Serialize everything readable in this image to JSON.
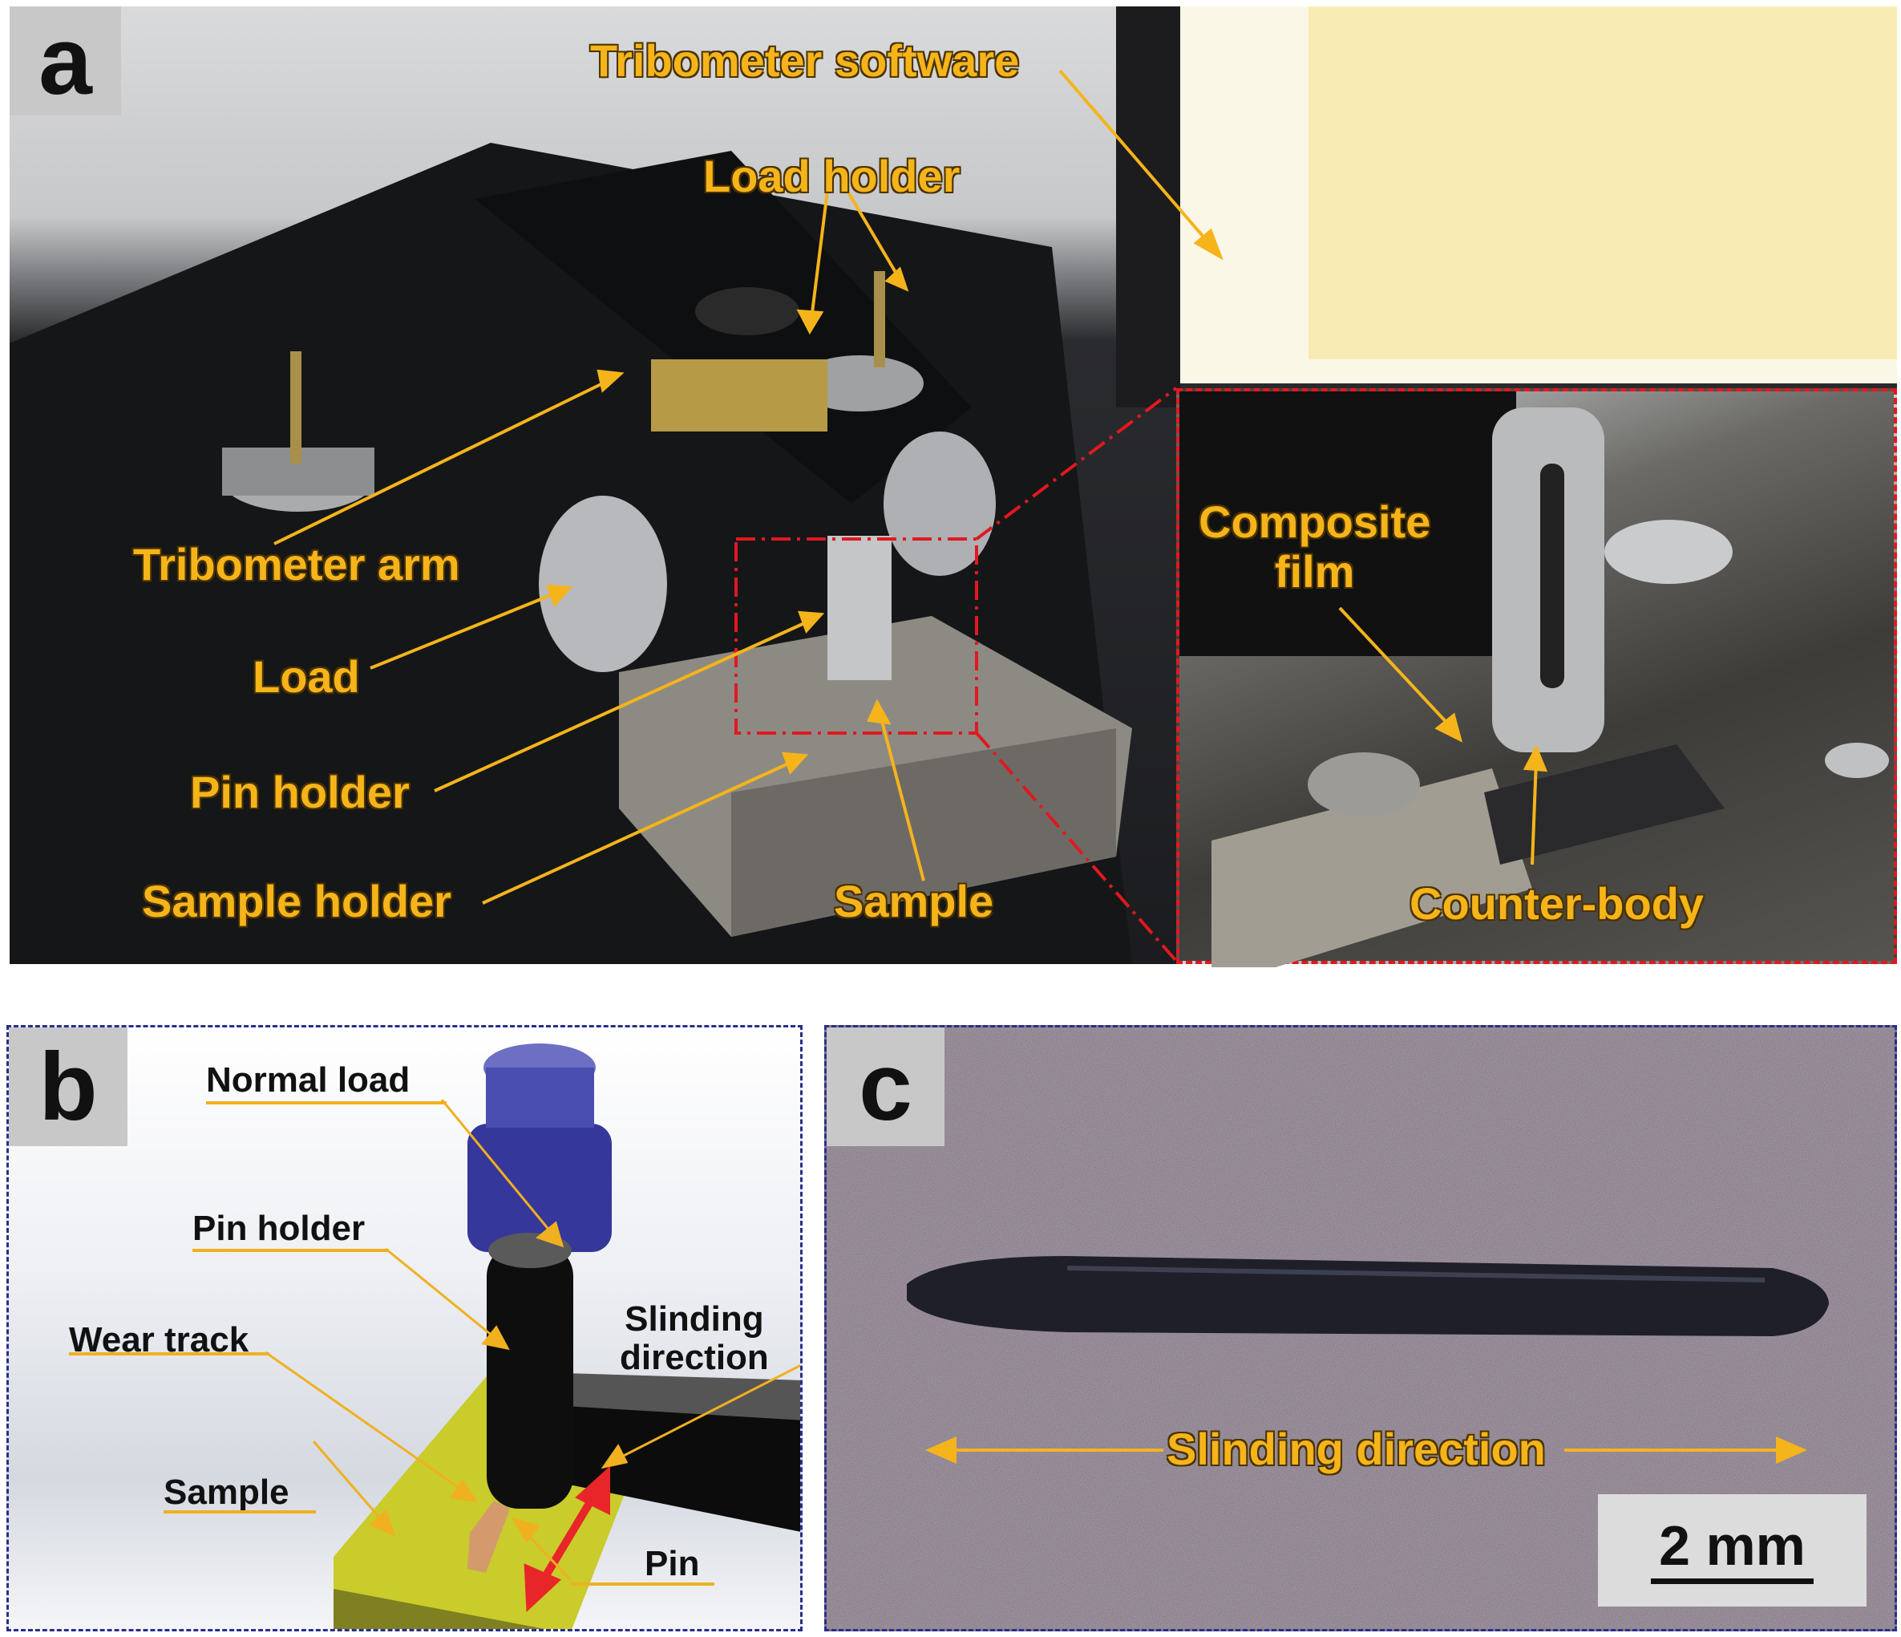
{
  "panels": {
    "a": {
      "label": "a",
      "annotations": {
        "tribometer_software": "Tribometer software",
        "load_holder": "Load holder",
        "tribometer_arm": "Tribometer arm",
        "load": "Load",
        "pin_holder": "Pin holder",
        "sample_holder": "Sample holder",
        "sample": "Sample",
        "composite_film_line1": "Composite",
        "composite_film_line2": "film",
        "counter_body": "Counter-body"
      }
    },
    "b": {
      "label": "b",
      "annotations": {
        "normal_load": "Normal load",
        "pin_holder": "Pin holder",
        "wear_track": "Wear track",
        "sliding_line1": "Slinding",
        "sliding_line2": "direction",
        "sample": "Sample",
        "pin": "Pin"
      }
    },
    "c": {
      "label": "c",
      "sliding_direction": "Slinding direction",
      "scale_bar": "2 mm"
    }
  },
  "colors": {
    "annotation": "#f5b41a",
    "inset_border": "#e0191f",
    "panel_border": "#2a2e8c",
    "direction_arrow": "#e8262a"
  }
}
